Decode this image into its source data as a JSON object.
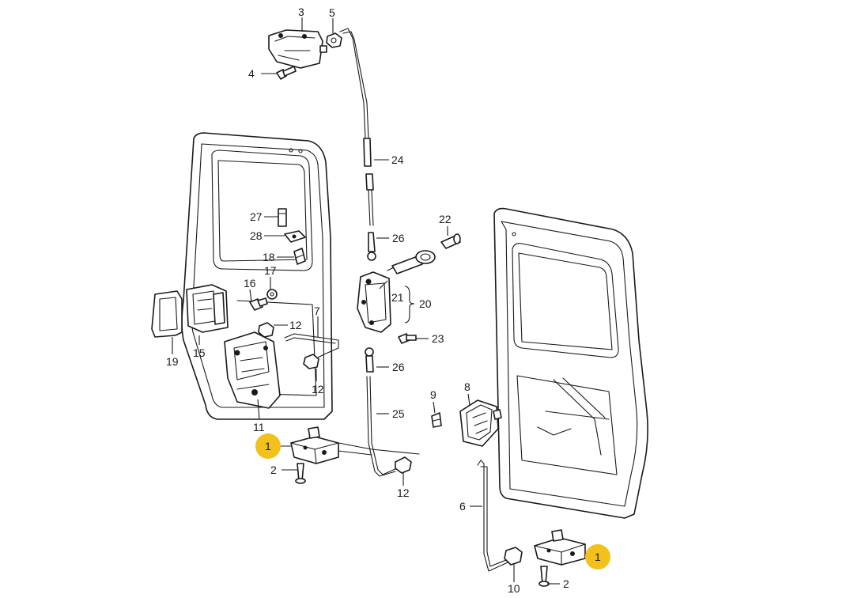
{
  "colors": {
    "highlight": "#f2c11d",
    "line": "#1a1a1a",
    "background": "#ffffff"
  },
  "callouts": {
    "c3": "3",
    "c5": "5",
    "c4": "4",
    "c24": "24",
    "c27": "27",
    "c28": "28",
    "c18": "18",
    "c17": "17",
    "c16": "16",
    "c12a": "12",
    "c12b": "12",
    "c12c": "12",
    "c7": "7",
    "c15": "15",
    "c19": "19",
    "c11": "11",
    "c1a": "1",
    "c2a": "2",
    "c22": "22",
    "c26a": "26",
    "c26b": "26",
    "c21": "21",
    "c20": "20",
    "c23": "23",
    "c25": "25",
    "c9": "9",
    "c8": "8",
    "c6": "6",
    "c1b": "1",
    "c2b": "2",
    "c10": "10"
  }
}
